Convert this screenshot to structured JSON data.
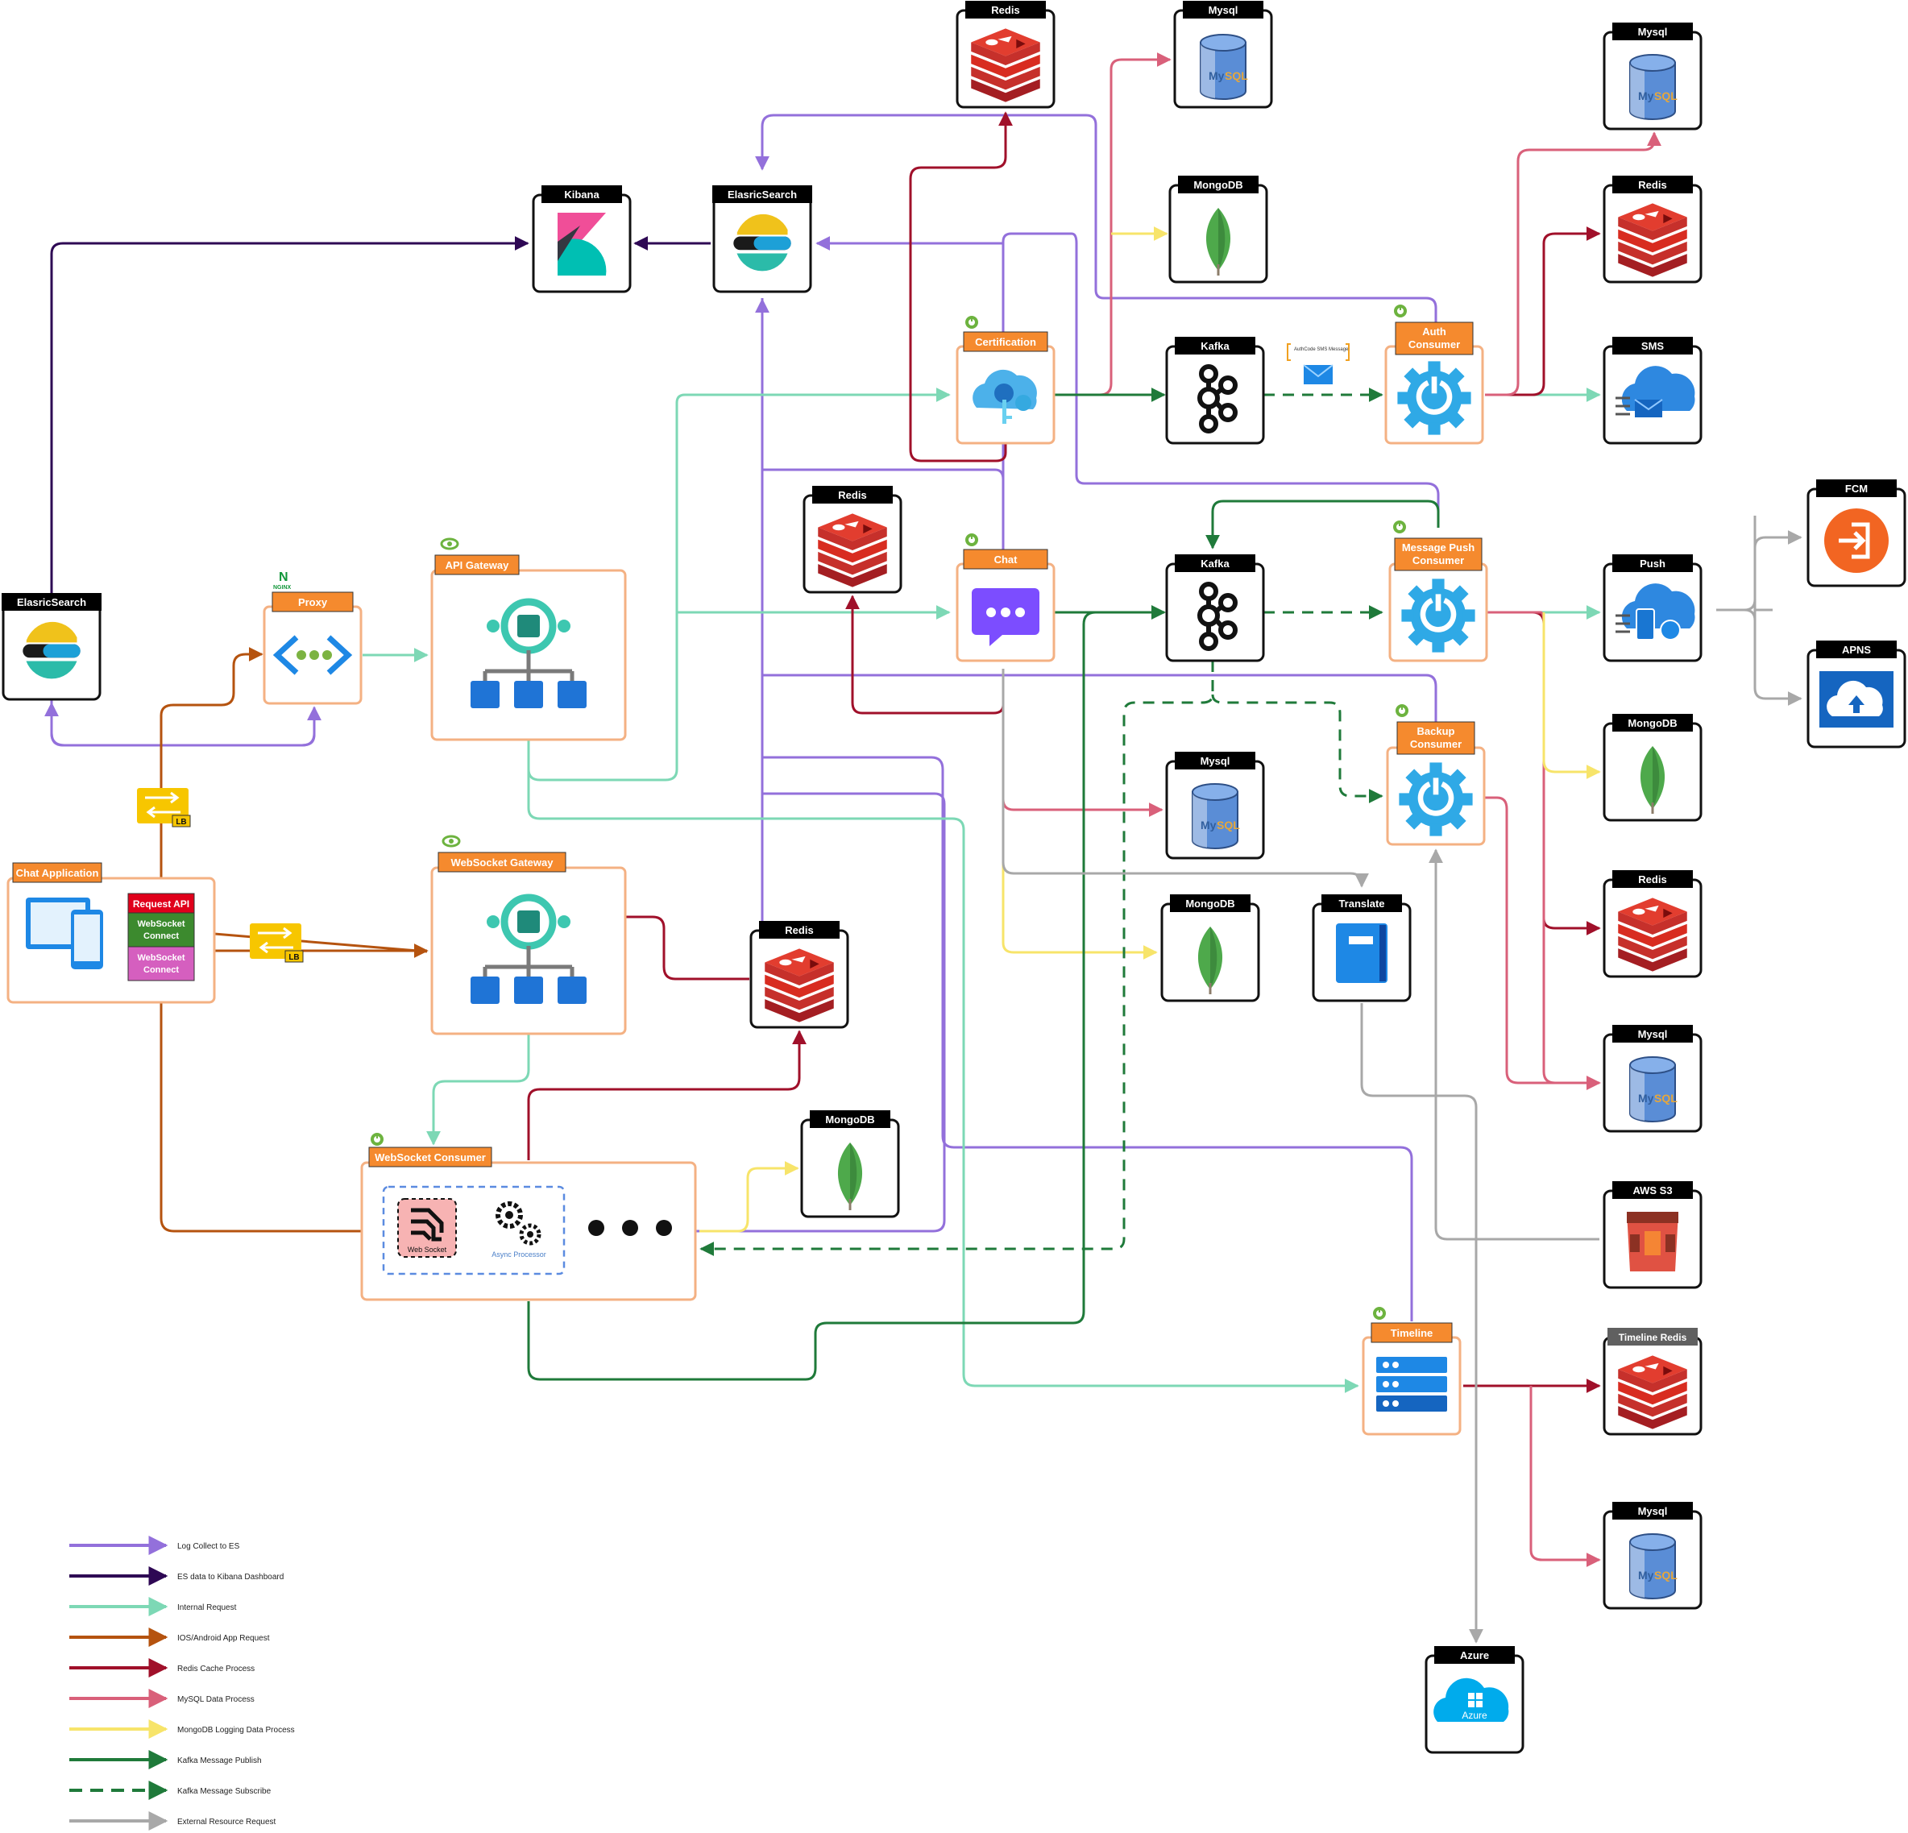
{
  "nodes": {
    "redis_top": "Redis",
    "mysql_top": "Mysql",
    "mongodb_top": "MongoDB",
    "kibana": "Kibana",
    "es_center": "ElasricSearch",
    "es_left": "ElasricSearch",
    "certification": "Certification",
    "kafka_top": "Kafka",
    "authcode_msg": "AuthCode SMS Message",
    "auth_consumer_1": "Auth",
    "auth_consumer_2": "Consumer",
    "right_mysql_1": "Mysql",
    "right_redis_1": "Redis",
    "sms": "SMS",
    "redis_mid": "Redis",
    "chat": "Chat",
    "kafka_mid": "Kafka",
    "msgpush_1": "Message Push",
    "msgpush_2": "Consumer",
    "push": "Push",
    "fcm": "FCM",
    "apns": "APNS",
    "backup_1": "Backup",
    "backup_2": "Consumer",
    "right_mongodb": "MongoDB",
    "mysql_mid": "Mysql",
    "mongodb_mid": "MongoDB",
    "translate": "Translate",
    "right_redis_2": "Redis",
    "right_mysql_2": "Mysql",
    "proxy": "Proxy",
    "nginx": "NGINX",
    "api_gateway": "API Gateway",
    "chat_app": "Chat Application",
    "request_api": "Request API",
    "ws_connect_1a": "WebSocket",
    "ws_connect_1b": "Connect",
    "ws_connect_2a": "WebSocket",
    "ws_connect_2b": "Connect",
    "ws_gateway": "WebSocket Gateway",
    "redis_ws": "Redis",
    "ws_consumer": "WebSocket Consumer",
    "web_socket": "Web Socket",
    "async_processor": "Async Processor",
    "mongodb_ws": "MongoDB",
    "aws_s3": "AWS S3",
    "timeline": "Timeline",
    "timeline_redis": "Timeline Redis",
    "right_mysql_3": "Mysql",
    "azure": "Azure",
    "azure_icon": "Azure",
    "lb_1": "LB",
    "lb_2": "LB"
  },
  "legend": [
    {
      "label": "Log Collect to ES",
      "color": "#9370db",
      "dashed": false
    },
    {
      "label": "ES data to Kibana Dashboard",
      "color": "#2e0854",
      "dashed": false
    },
    {
      "label": "Internal Request",
      "color": "#7dd8b5",
      "dashed": false
    },
    {
      "label": "IOS/Android App Request",
      "color": "#b5530f",
      "dashed": false
    },
    {
      "label": "Redis Cache Process",
      "color": "#a0102a",
      "dashed": false
    },
    {
      "label": "MySQL Data Process",
      "color": "#d9607a",
      "dashed": false
    },
    {
      "label": "MongoDB Logging Data Process",
      "color": "#f7e46a",
      "dashed": false
    },
    {
      "label": "Kafka Message Publish",
      "color": "#1f7a3a",
      "dashed": false
    },
    {
      "label": "Kafka Message Subscribe",
      "color": "#1f7a3a",
      "dashed": true
    },
    {
      "label": "External Resource Request",
      "color": "#a8a8a8",
      "dashed": false
    }
  ],
  "colors": {
    "log": "#9370db",
    "kibana": "#2e0854",
    "internal": "#7dd8b5",
    "app": "#b5530f",
    "redis": "#a0102a",
    "mysql": "#d9607a",
    "mongo": "#f7e46a",
    "kafka": "#1f7a3a",
    "external": "#a8a8a8",
    "orange_label": "#f58a2e",
    "orange_border": "#f4b183"
  }
}
